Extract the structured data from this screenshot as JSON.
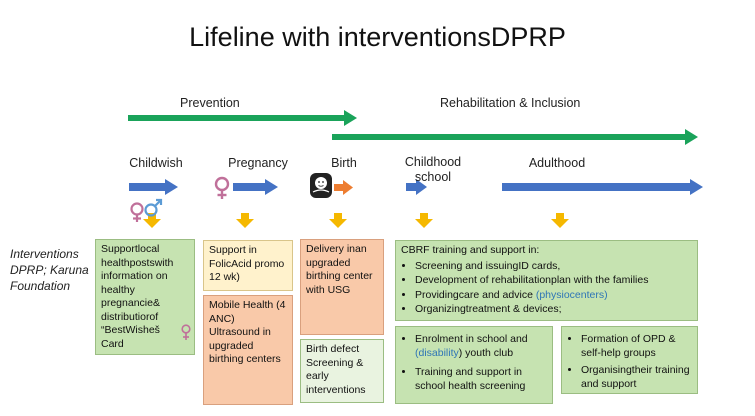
{
  "title": "Lifeline with interventionsDPRP",
  "phases": {
    "prevention": "Prevention",
    "rehabilitation": "Rehabilitation & Inclusion"
  },
  "stages": {
    "childwish": "Childwish",
    "pregnancy": "Pregnancy",
    "birth": "Birth",
    "childhood_school": "Childhood school",
    "adulthood": "Adulthood"
  },
  "side_label": "Interventions DPRP; Karuna Foundation",
  "colors": {
    "green_arrow": "#1aa35a",
    "blue_arrow": "#4472c4",
    "orange_arrow": "#ed7d31",
    "down_arrow": "#f5b800",
    "box_green": "#c6e3b1",
    "box_peach": "#f9c9a9",
    "box_cream": "#fff2cc"
  },
  "icons": {
    "childwish": "male-female-symbols-icon",
    "pregnancy": "female-symbol-icon",
    "birth": "baby-icon",
    "card": "female-symbol-icon"
  },
  "boxes": {
    "childwish": "Supportlocal healthpostswith information on healthy pregnancie& distributiorof “BestWisheš Card",
    "pregnancy_top": "Support in FolicAcid promo 12 wk)",
    "pregnancy_bottom": "Mobile Health (4 ANC) Ultrasound in upgraded birthing centers",
    "birth_top": "Delivery inan upgraded birthing center with USG",
    "birth_bottom": "Birth defect Screening & early interventions",
    "cbrf": {
      "heading": "CBRF training and support in:",
      "items": [
        "Screening and issuingID cards,",
        "Development of rehabilitationplan with the families",
        "Providingcare and advice",
        "Organizingtreatment & devices;"
      ],
      "item3_note": "(physiocenters)"
    },
    "school": {
      "item1_pre": "Enrolment in school and",
      "item1_highlight": "(disability",
      "item1_post": ") youth club",
      "item2": "Training and support in school health screening"
    },
    "adult": {
      "items": [
        "Formation of OPD & self-help groups",
        "Organisingtheir training and support"
      ]
    }
  }
}
